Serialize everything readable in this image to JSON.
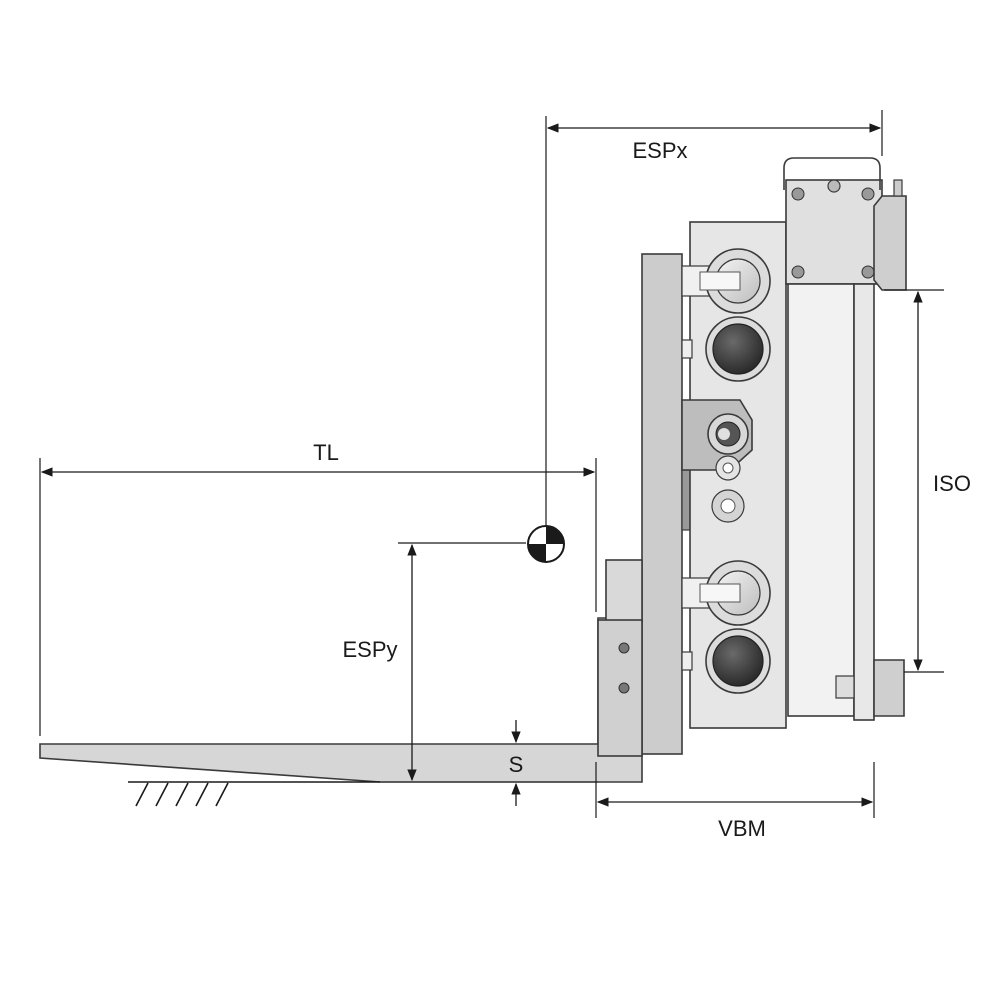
{
  "diagram": {
    "labels": {
      "espx": "ESPx",
      "tl": "TL",
      "espy": "ESPy",
      "s": "S",
      "vbm": "VBM",
      "iso": "ISO"
    },
    "colors": {
      "line": "#1a1a1a",
      "fork_fill": "#d4d4d4",
      "carriage_fill": "#cfcfcf",
      "housing_fill": "#ececec",
      "roller_dark": "#3a3a3a"
    },
    "symbols": [
      "center-of-gravity-icon",
      "ground-hatch-icon"
    ]
  }
}
